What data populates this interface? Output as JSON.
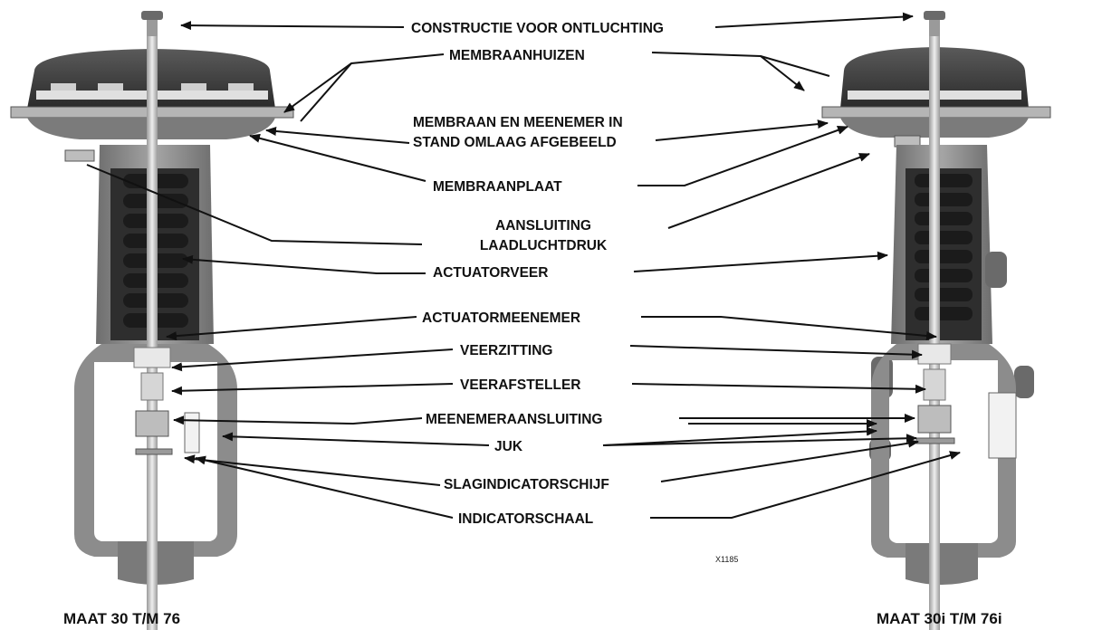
{
  "labels": {
    "vent": "CONSTRUCTIE VOOR ONTLUCHTING",
    "diaphragm_casings": "MEMBRAANHUIZEN",
    "diaphragm_stem_line1": "MEMBRAAN EN MEENEMER IN",
    "diaphragm_stem_line2": "STAND OMLAAG AFGEBEELD",
    "diaphragm_plate": "MEMBRAANPLAAT",
    "loading_conn_line1": "AANSLUITING",
    "loading_conn_line2": "LAADLUCHTDRUK",
    "actuator_spring": "ACTUATORVEER",
    "actuator_stem": "ACTUATORMEENEMER",
    "spring_seat": "VEERZITTING",
    "spring_adjuster": "VEERAFSTELLER",
    "stem_connector": "MEENEMERAANSLUITING",
    "yoke": "JUK",
    "travel_indicator_disk": "SLAGINDICATORSCHIJF",
    "indicator_scale": "INDICATORSCHAAL"
  },
  "captions": {
    "left": "MAAT 30 T/M 76",
    "right": "MAAT 30i T/M 76i"
  },
  "figure_code": "X1185",
  "colors": {
    "casing_dark": "#3a3a3a",
    "body_gray": "#8a8a8a",
    "spring_dark": "#1e1e1e",
    "metal_light": "#cfcfcf"
  }
}
